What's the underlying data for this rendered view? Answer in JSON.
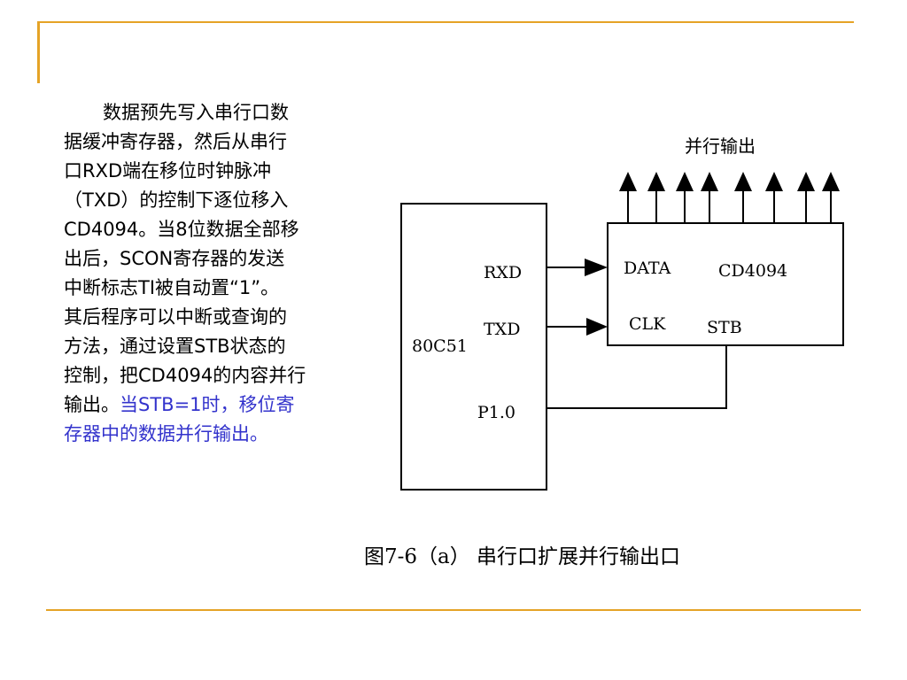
{
  "slide": {
    "accent_color": "#e5a326",
    "text_color": "#000000",
    "highlight_color": "#3333cc",
    "paragraph": {
      "lines": [
        "数据预先写入串行口数",
        "据缓冲寄存器，然后从串行",
        "口RXD端在移位时钟脉冲",
        "（TXD）的控制下逐位移入",
        "CD4094。当8位数据全部移",
        "出后，SCON寄存器的发送",
        "中断标志TI被自动置“1”。",
        "其后程序可以中断或查询的",
        "方法，通过设置STB状态的",
        "控制，把CD4094的内容并行"
      ],
      "line_11_normal": "输出。",
      "line_11_highlight": "当STB=1时，移位寄",
      "line_12_highlight": "存器中的数据并行输出。"
    }
  },
  "diagram": {
    "parallel_output_label": "并行输出",
    "mcu": {
      "name": "80C51",
      "pins": [
        "RXD",
        "TXD",
        "P1.0"
      ]
    },
    "shift_register": {
      "name": "CD4094",
      "pins": [
        "DATA",
        "CLK",
        "STB"
      ]
    },
    "output_arrow_count": 8,
    "caption": "图7-6（a） 串行口扩展并行输出口"
  }
}
